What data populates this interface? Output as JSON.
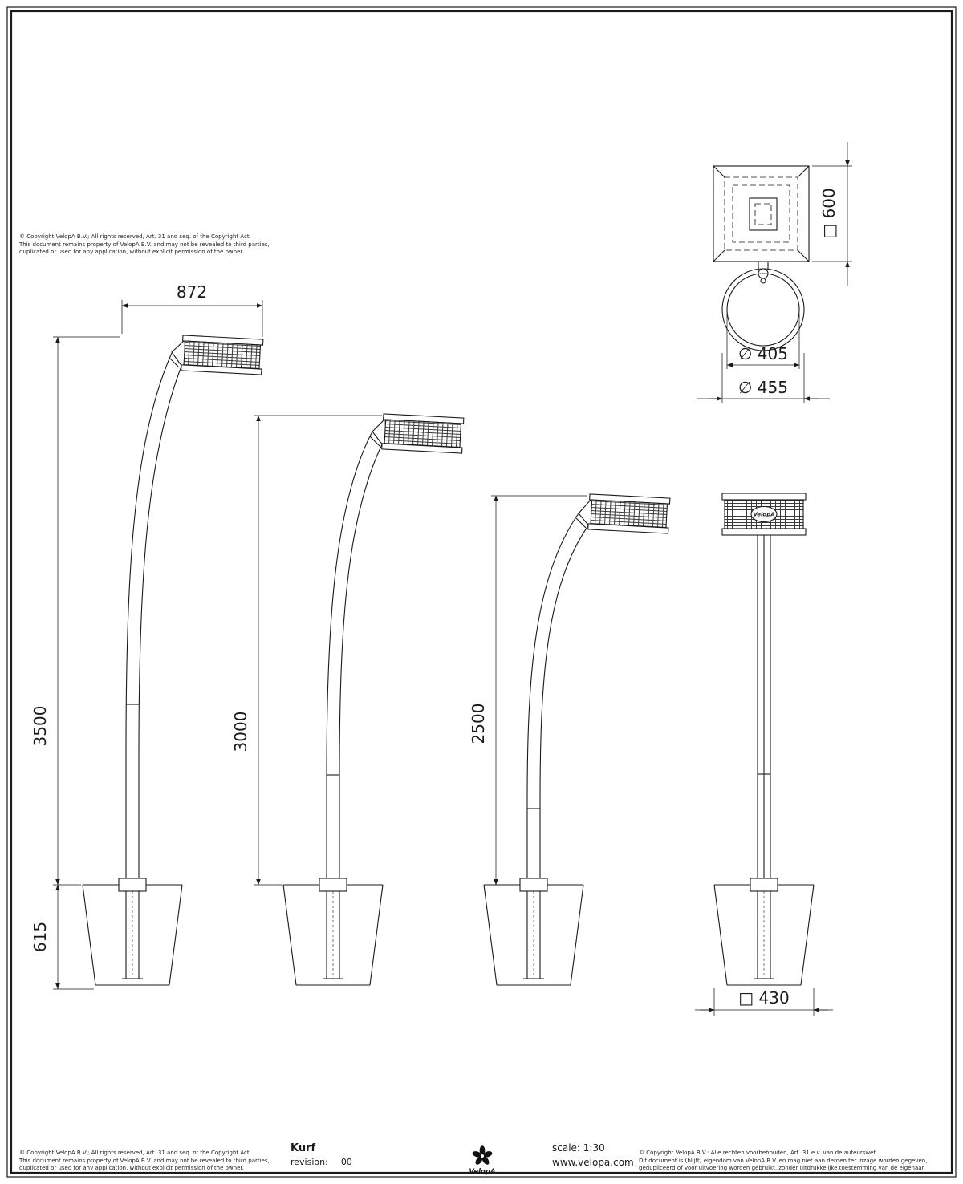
{
  "page": {
    "bg": "#ffffff",
    "line_color": "#1a1a1a"
  },
  "copyright_en": {
    "line1": "© Copyright VelopA B.V.; All rights reserved, Art. 31 and seq. of the Copyright Act.",
    "line2": "This document remains property of VelopA B.V. and may not be revealed to third parties,",
    "line3": "duplicated or used for any application, without explicit permission of the owner."
  },
  "copyright_nl": {
    "line1": "© Copyright VelopA B.V.: Alle rechten voorbehouden, Art. 31 e.v. van de auteurswet.",
    "line2": "Dit document is (blijft) eigendom van VelopA B.V. en mag niet aan derden ter inzage worden gegeven,",
    "line3": "gedupliceerd of voor uitvoering worden gebruikt, zonder uitdrukkelijke toestemming van de eigenaar."
  },
  "title_block": {
    "product_name": "Kurf",
    "revision_label": "revision:",
    "revision_value": "00",
    "brand": "VelopA",
    "scale": "scale: 1:30",
    "website": "www.velopa.com"
  },
  "dimensions": {
    "head_width": "872",
    "height_a": "3500",
    "height_b": "3000",
    "height_c": "2500",
    "foundation_depth": "615",
    "plate_square": "□ 600",
    "dia_inner": "∅ 405",
    "dia_outer": "∅ 455",
    "base_square": "□ 430"
  },
  "labels": {
    "head_badge": "VelopA"
  }
}
